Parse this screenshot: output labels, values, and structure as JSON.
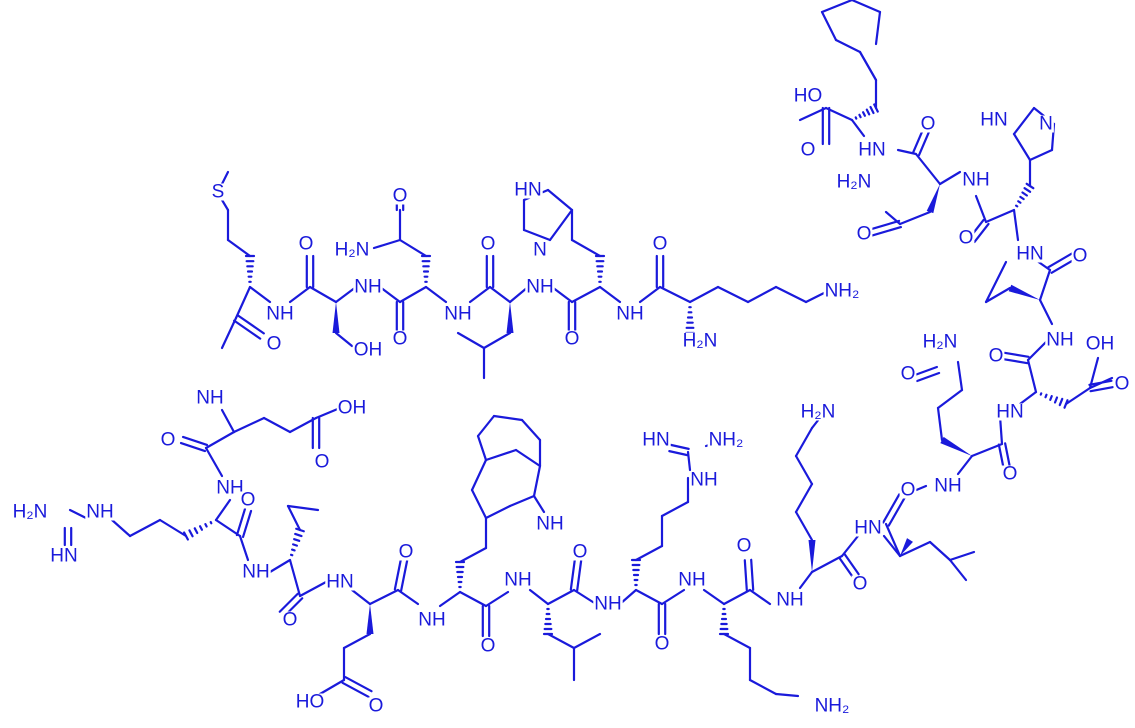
{
  "molecule": {
    "color": "#1a1adb",
    "labels": {
      "nh": "NH",
      "hn": "HN",
      "n": "N",
      "hn_eq": "HN=",
      "h2n": "H2N",
      "nh2": "NH2",
      "h2n_plain": "H₂N",
      "nh2_plain": "NH₂",
      "o": "O",
      "oh": "OH",
      "ho": "HO",
      "s": "S"
    }
  }
}
